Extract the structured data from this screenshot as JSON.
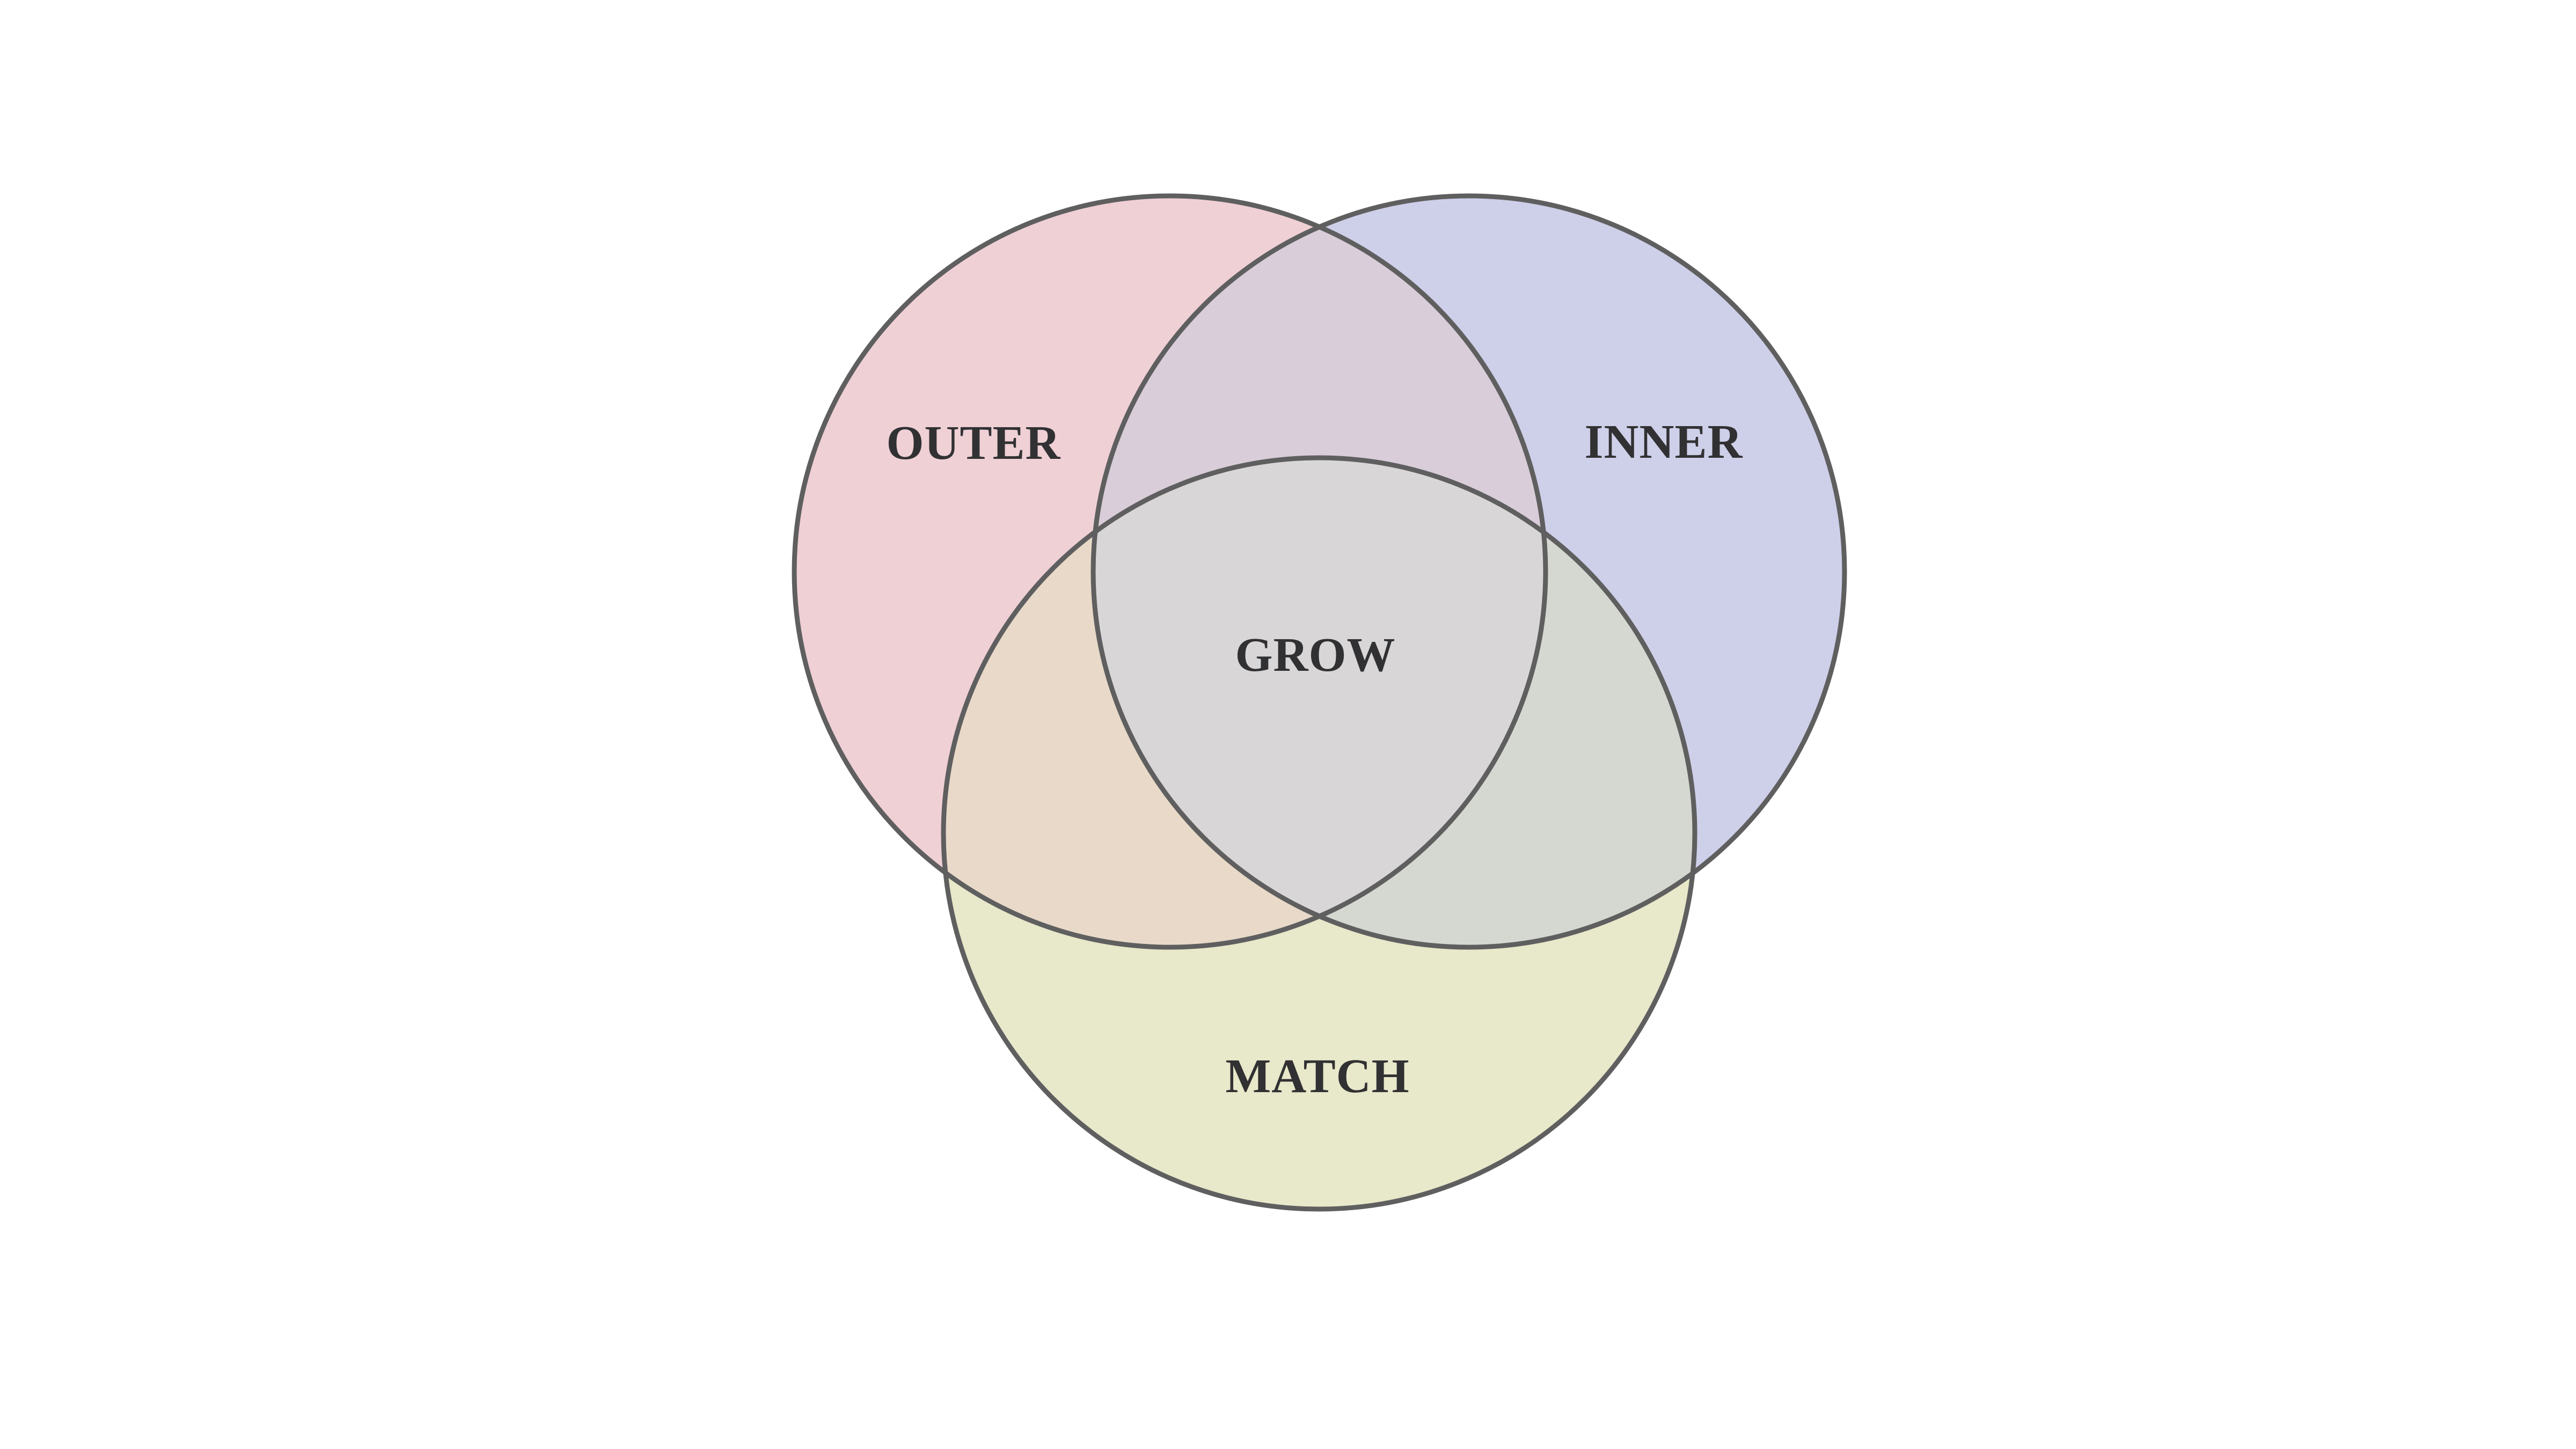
{
  "page": {
    "background": "#ffffff"
  },
  "diagram": {
    "type": "venn-3-circles",
    "sets": [
      {
        "id": "outer",
        "label": "OUTER",
        "position": "top-left"
      },
      {
        "id": "inner",
        "label": "INNER",
        "position": "top-right"
      },
      {
        "id": "match",
        "label": "MATCH",
        "position": "bottom"
      }
    ],
    "center_label": "GROW",
    "colors": {
      "outer_fill": "#efd0d5",
      "inner_fill": "#cecfe8",
      "match_fill": "#e8e8ca",
      "overlap_outer_inner": "#d8cdd8",
      "overlap_outer_match": "#e9d9c8",
      "overlap_inner_match": "#d5d8d0",
      "overlap_center": "#d8d6d7",
      "outline": "#5f5f60",
      "label_text": "#313133"
    }
  }
}
